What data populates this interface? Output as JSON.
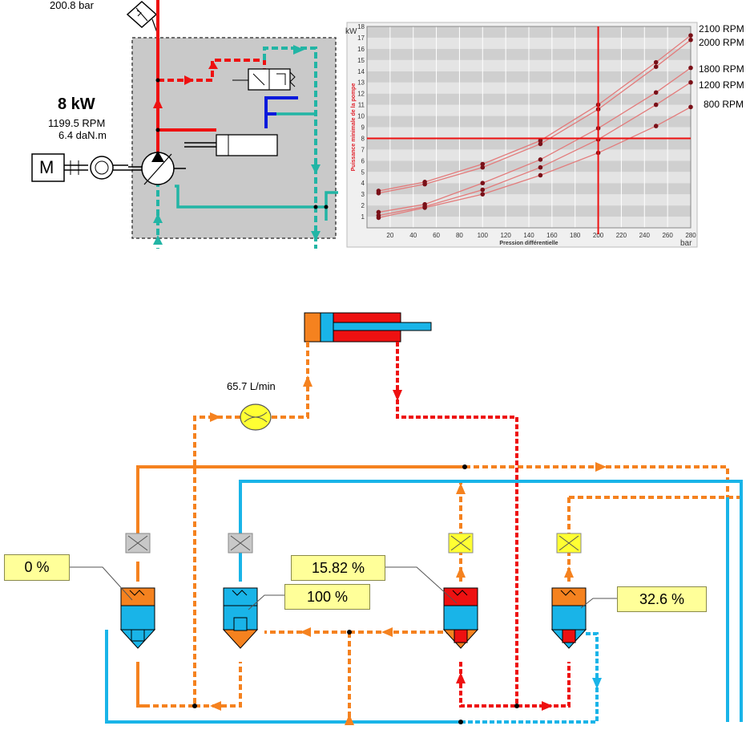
{
  "pump_panel": {
    "pressure_reading": "200.8 bar",
    "power": "8 kW",
    "speed": "1199.5 RPM",
    "torque": "6.4 daN.m",
    "motor_symbol": "M"
  },
  "circuit": {
    "flow_rate": "65.7 L/min",
    "valve_openings": [
      "0 %",
      "100 %",
      "15.82 %",
      "32.6 %"
    ]
  },
  "colors": {
    "pressure_line": "#ee1111",
    "return_line": "#22b5a5",
    "pilot_line": "#0a1adc",
    "orange_line": "#f5821f",
    "blue_line": "#19b4e8",
    "label_fill": "#ffff99"
  },
  "chart_data": {
    "type": "line",
    "xlabel": "Pression différentielle",
    "ylabel": "Puissance minimale de la pompe",
    "x_unit": "bar",
    "y_unit": "kW",
    "xlim": [
      0,
      280
    ],
    "ylim": [
      0,
      18
    ],
    "x_ticks": [
      20,
      40,
      60,
      80,
      100,
      120,
      140,
      160,
      180,
      200,
      220,
      240,
      260,
      280
    ],
    "y_ticks": [
      1,
      2,
      3,
      4,
      5,
      6,
      7,
      8,
      9,
      10,
      11,
      12,
      13,
      14,
      15,
      16,
      17,
      18
    ],
    "grid": true,
    "marker_lines": {
      "x": 200,
      "y": 8
    },
    "series": [
      {
        "name": "2100 RPM",
        "x": [
          10,
          50,
          100,
          150,
          200,
          250,
          280
        ],
        "y": [
          3.3,
          4.1,
          5.7,
          7.8,
          11.0,
          14.8,
          17.2
        ]
      },
      {
        "name": "2000 RPM",
        "x": [
          10,
          50,
          100,
          150,
          200,
          250,
          280
        ],
        "y": [
          3.1,
          3.9,
          5.4,
          7.5,
          10.6,
          14.4,
          16.8
        ]
      },
      {
        "name": "1800 RPM",
        "x": [
          10,
          50,
          100,
          150,
          200,
          250,
          280
        ],
        "y": [
          1.4,
          2.1,
          4.0,
          6.1,
          8.9,
          12.1,
          14.3
        ]
      },
      {
        "name": "1200 RPM",
        "x": [
          10,
          50,
          100,
          150,
          200,
          250,
          280
        ],
        "y": [
          1.1,
          1.9,
          3.4,
          5.4,
          7.9,
          11.0,
          13.0
        ]
      },
      {
        "name": "800 RPM",
        "x": [
          10,
          50,
          100,
          150,
          200,
          250,
          280
        ],
        "y": [
          0.9,
          1.8,
          3.0,
          4.7,
          6.7,
          9.1,
          10.8
        ]
      }
    ]
  }
}
